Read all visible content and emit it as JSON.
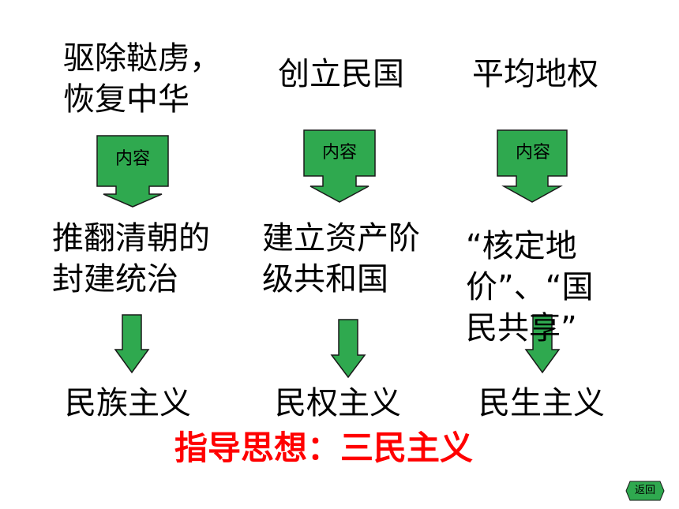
{
  "columns": [
    {
      "principle": [
        "驱除鞑虏，",
        "恢复中华"
      ],
      "callout": "内容",
      "content": [
        "推翻清朝的",
        "封建统治"
      ],
      "doctrine": "民族主义"
    },
    {
      "principle": [
        "创立民国"
      ],
      "callout": "内容",
      "content": [
        "建立资产阶",
        "级共和国"
      ],
      "doctrine": "民权主义"
    },
    {
      "principle": [
        "平均地权"
      ],
      "callout": "内容",
      "content": [
        "“核定地",
        "价”、“国",
        "民共享”"
      ],
      "doctrine": "民生主义"
    }
  ],
  "guiding_thought": "指导思想：三民主义",
  "back_button": "返回",
  "colors": {
    "arrow_fill": "#2fa94f",
    "arrow_stroke": "#1a1a1a",
    "guiding_text": "#ff0000",
    "back_button_fill": "#2fa94f"
  }
}
